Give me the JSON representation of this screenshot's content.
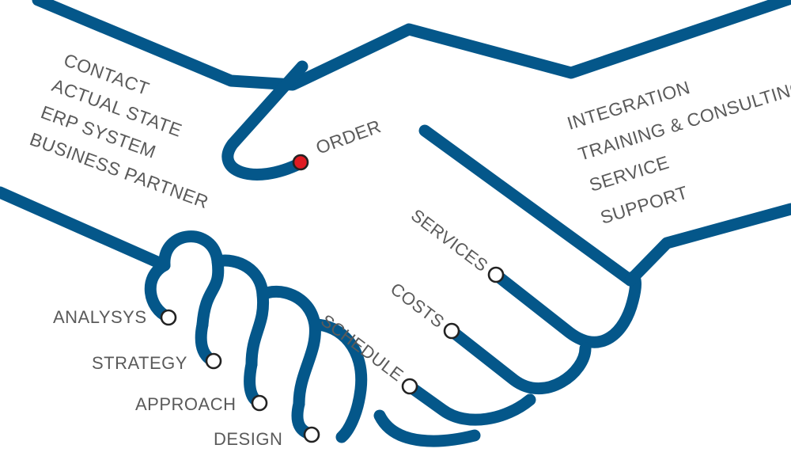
{
  "colors": {
    "hand_stroke": "#04578a",
    "node_fill": "#ffffff",
    "order_fill": "#e01b22",
    "label_text": "#5a5a5a"
  },
  "left_side_list": [
    "CONTACT",
    "ACTUAL STATE",
    "ERP SYSTEM",
    "BUSINESS PARTNER"
  ],
  "order_label": "ORDER",
  "right_side_list": [
    "INTEGRATION",
    "TRAINING & CONSULTING",
    "SERVICE",
    "SUPPORT"
  ],
  "fingertip_labels_left": [
    "ANALYSYS",
    "STRATEGY",
    "APPROACH",
    "DESIGN"
  ],
  "fingertip_labels_right": [
    "SERVICES",
    "COSTS",
    "SCHEDULE"
  ]
}
